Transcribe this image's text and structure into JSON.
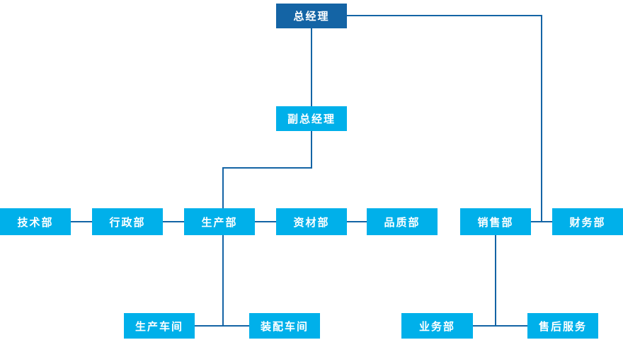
{
  "org_chart": {
    "nodes": {
      "general_manager": "总经理",
      "deputy_general_manager": "副总经理",
      "technology_dept": "技术部",
      "admin_dept": "行政部",
      "production_dept": "生产部",
      "materials_dept": "资材部",
      "quality_dept": "品质部",
      "sales_dept": "销售部",
      "finance_dept": "财务部",
      "production_workshop": "生产车间",
      "assembly_workshop": "装配车间",
      "business_dept": "业务部",
      "after_sales_service": "售后服务"
    },
    "structure": {
      "top": "总经理",
      "direct_reports_of_general_manager": [
        "副总经理",
        "销售部",
        "财务部"
      ],
      "departments_linked_under_deputy": [
        "技术部",
        "行政部",
        "生产部",
        "资材部",
        "品质部"
      ],
      "under_production_dept": [
        "生产车间",
        "装配车间"
      ],
      "under_sales_dept": [
        "业务部",
        "售后服务"
      ]
    },
    "colors": {
      "root_box": "#1464a5",
      "dept_box": "#00b0ea",
      "connector": "#1464a5",
      "text": "#ffffff",
      "background": "#ffffff"
    }
  }
}
